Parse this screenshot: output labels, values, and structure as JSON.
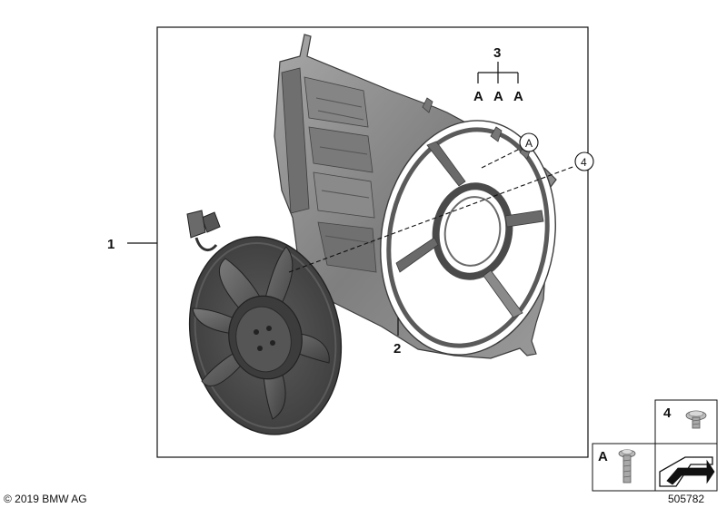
{
  "callouts": {
    "c1": "1",
    "c2": "2",
    "c3": "3",
    "c3_a1": "A",
    "c3_a2": "A",
    "c3_a3": "A",
    "circle_a": "A",
    "circle_4": "4"
  },
  "parts_table": {
    "part4_label": "4",
    "partA_label": "A"
  },
  "footer": {
    "copyright": "© 2019 BMW AG",
    "diagram_number": "505782"
  },
  "colors": {
    "shroud": "#8c8c8c",
    "shroud_dark": "#5a5a5a",
    "fan": "#4a4a4a",
    "fan_light": "#6e6e6e"
  }
}
